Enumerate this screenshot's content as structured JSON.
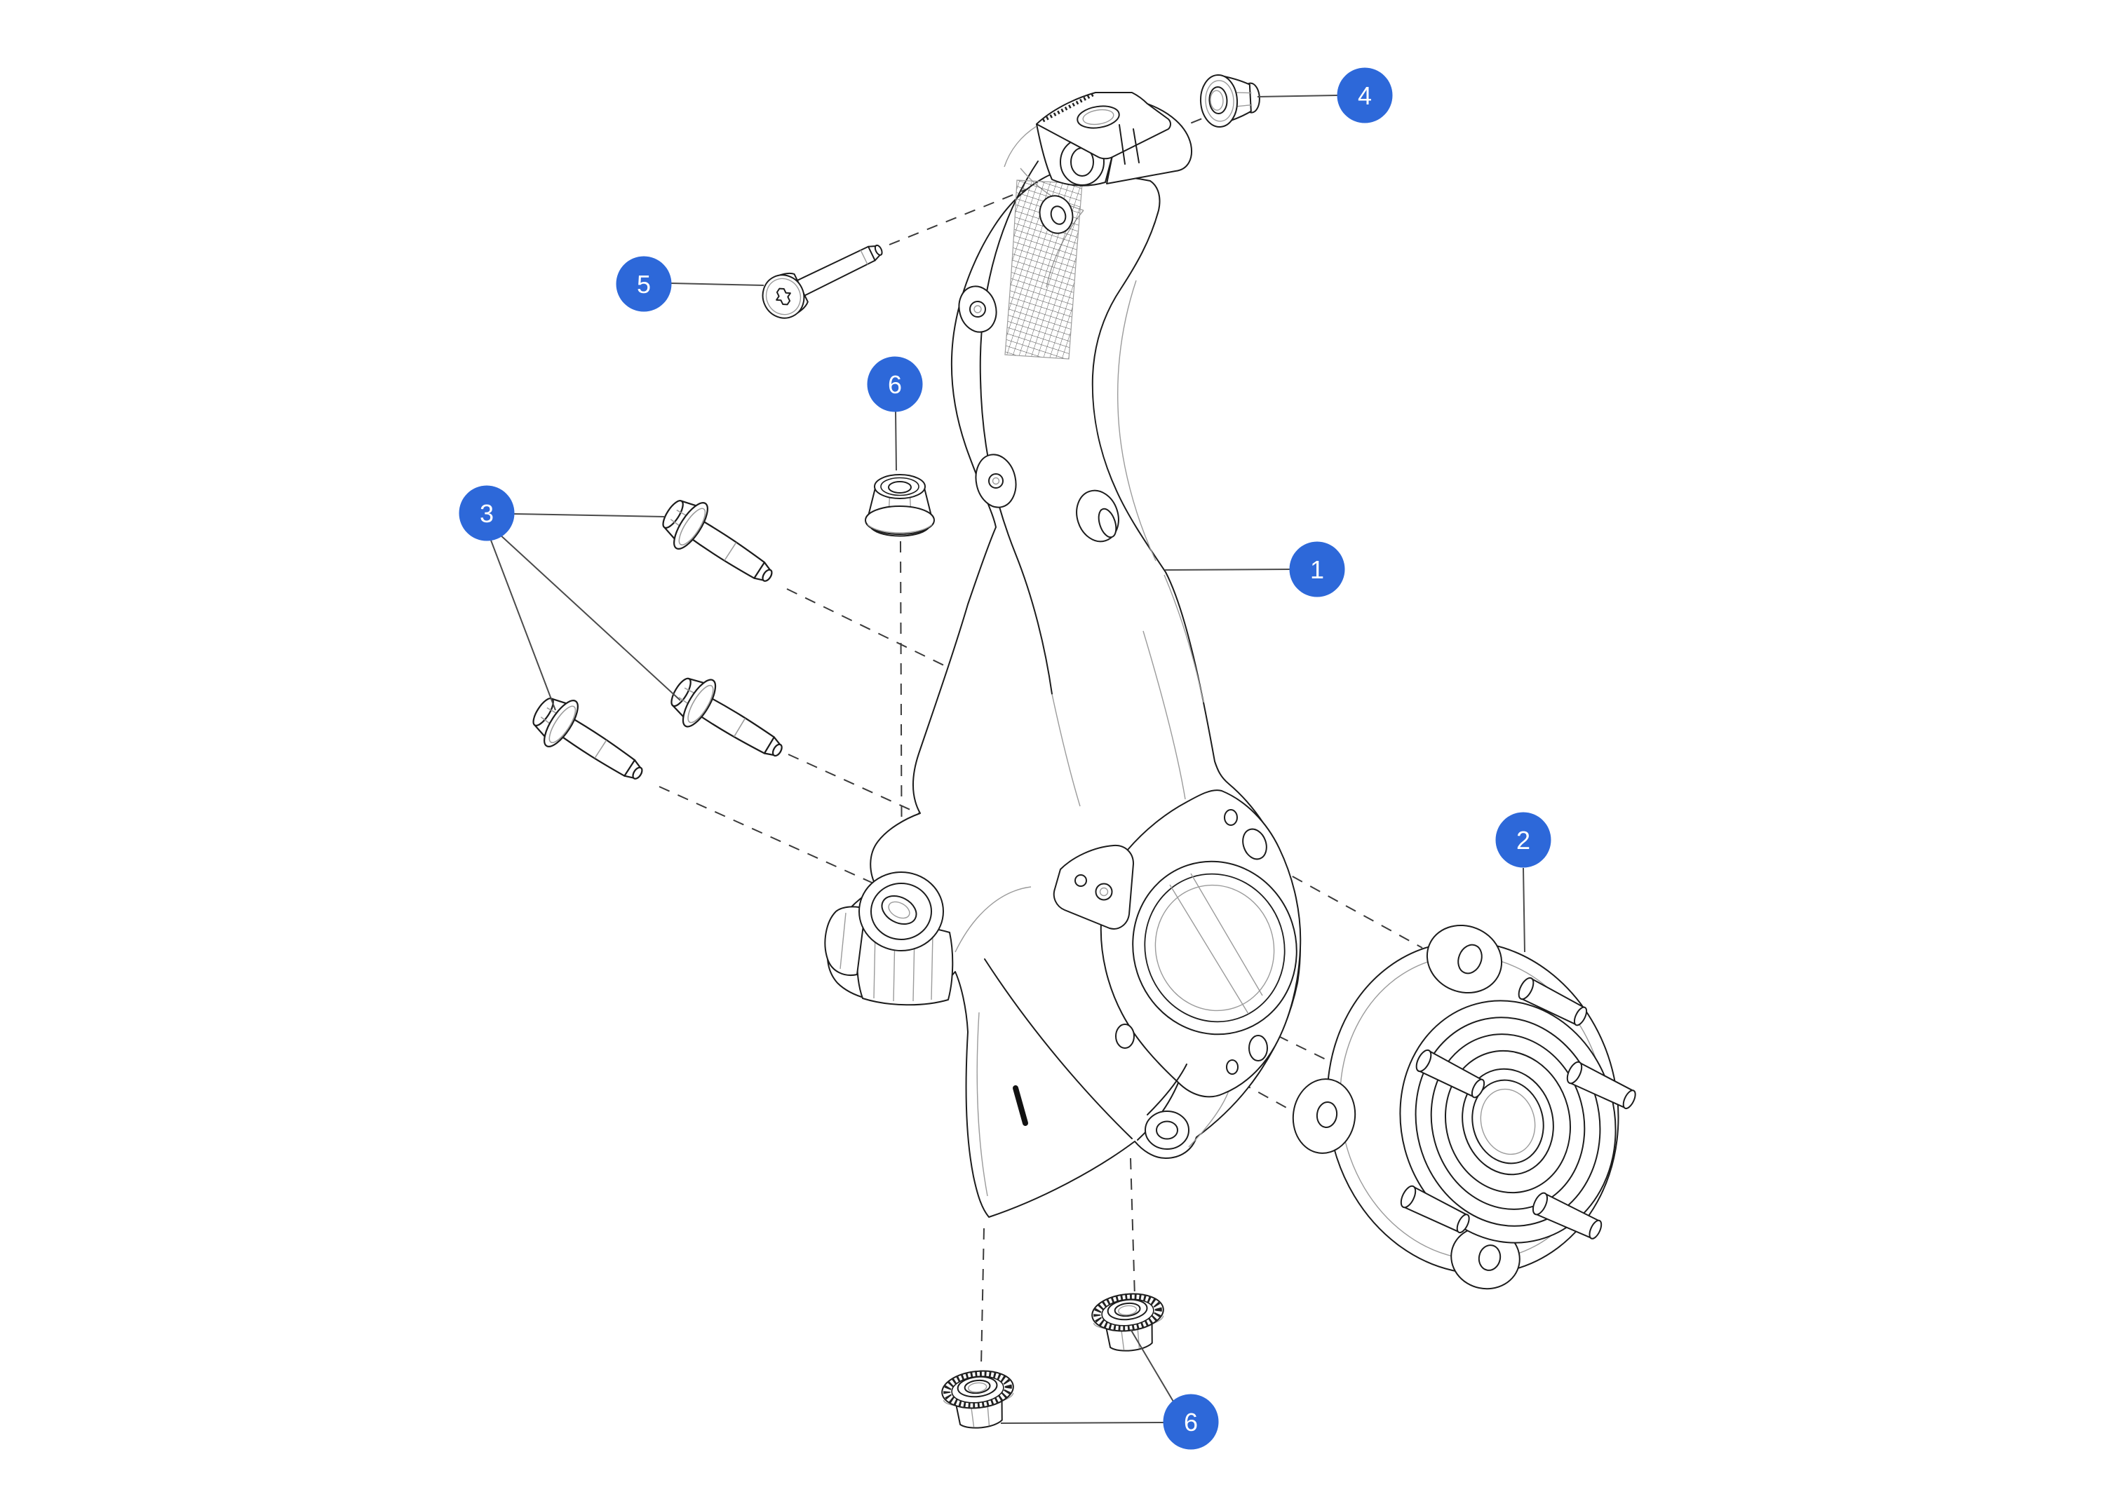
{
  "diagram": {
    "background": "#FFFFFF",
    "colors": {
      "badge_fill": "#2D68D9",
      "badge_text": "#FFFFFF",
      "line_art": "#1C1C1C",
      "line_art_light": "#9B9B9B",
      "leader_line": "#4A4A4A",
      "dashed_axis_line": "#3A3A3A"
    },
    "callouts": [
      {
        "id": "callout-1",
        "number": "1"
      },
      {
        "id": "callout-2",
        "number": "2"
      },
      {
        "id": "callout-3",
        "number": "3"
      },
      {
        "id": "callout-4",
        "number": "4"
      },
      {
        "id": "callout-5",
        "number": "5"
      },
      {
        "id": "callout-6-upper",
        "number": "6"
      },
      {
        "id": "callout-6-lower",
        "number": "6"
      }
    ]
  }
}
